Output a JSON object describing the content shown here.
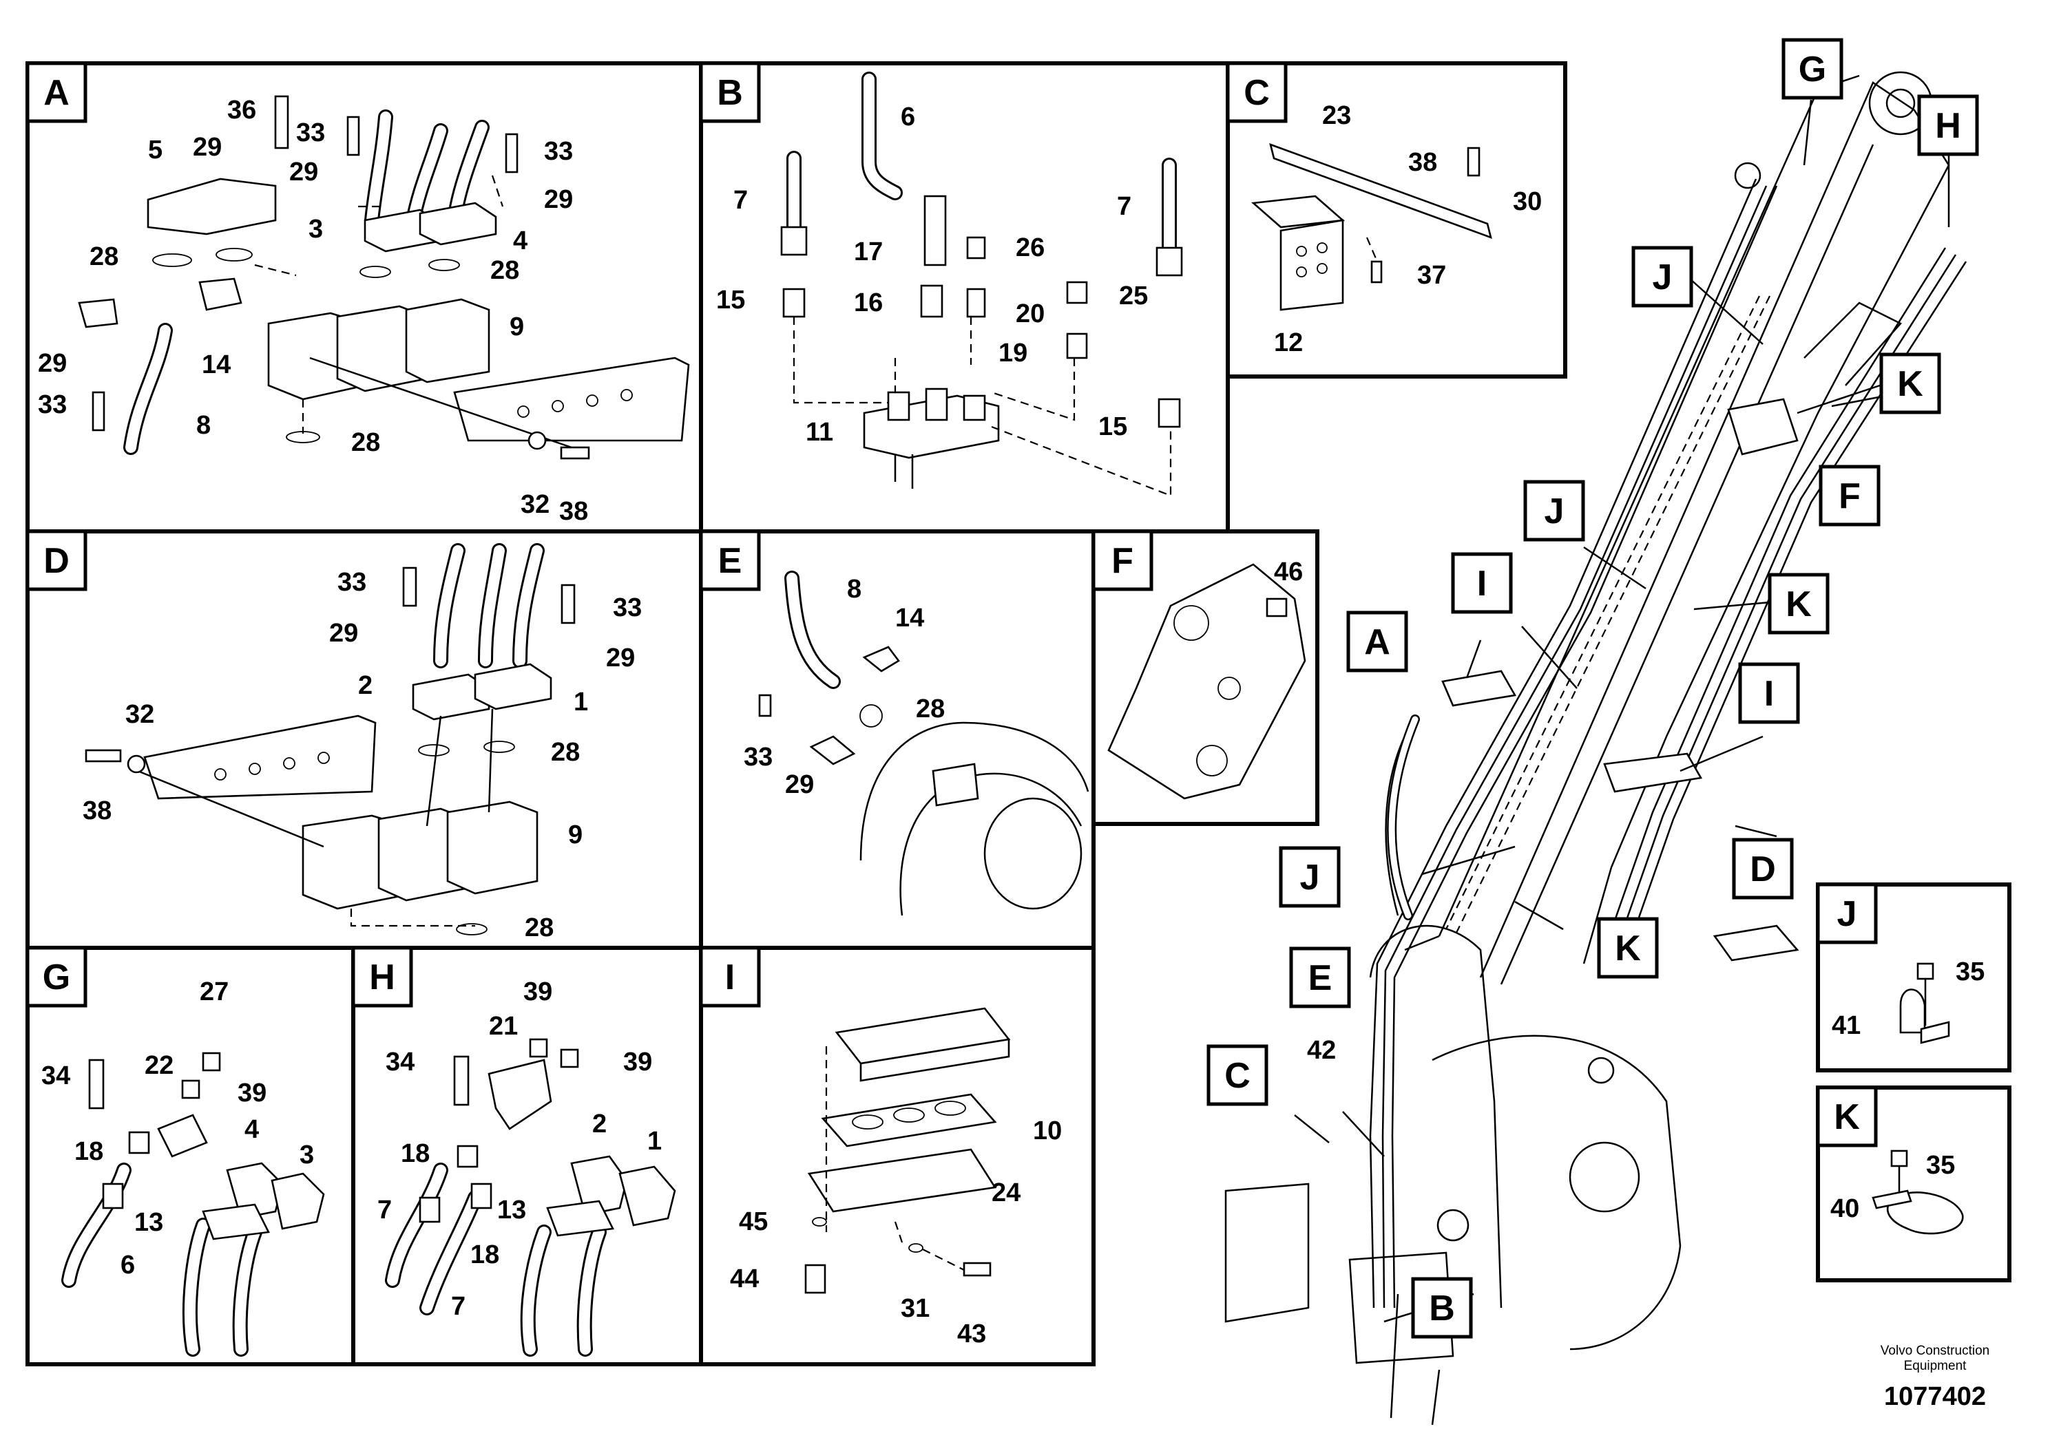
{
  "panels": [
    {
      "id": "A",
      "labels": [
        "36",
        "29",
        "33",
        "33",
        "5",
        "29",
        "29",
        "3",
        "4",
        "28",
        "28",
        "28",
        "29",
        "14",
        "9",
        "33",
        "8",
        "28",
        "32",
        "38"
      ]
    },
    {
      "id": "B",
      "labels": [
        "6",
        "7",
        "7",
        "17",
        "26",
        "15",
        "16",
        "20",
        "25",
        "19",
        "11",
        "15"
      ]
    },
    {
      "id": "C",
      "labels": [
        "23",
        "38",
        "30",
        "37",
        "12"
      ]
    },
    {
      "id": "D",
      "labels": [
        "33",
        "33",
        "29",
        "29",
        "2",
        "1",
        "32",
        "28",
        "38",
        "9",
        "28"
      ]
    },
    {
      "id": "E",
      "labels": [
        "8",
        "14",
        "28",
        "33",
        "29"
      ]
    },
    {
      "id": "F",
      "labels": [
        "46"
      ]
    },
    {
      "id": "G",
      "labels": [
        "27",
        "34",
        "22",
        "39",
        "4",
        "3",
        "18",
        "13",
        "6"
      ]
    },
    {
      "id": "H",
      "labels": [
        "39",
        "21",
        "34",
        "39",
        "2",
        "1",
        "18",
        "7",
        "13",
        "18",
        "7"
      ]
    },
    {
      "id": "I",
      "labels": [
        "10",
        "24",
        "45",
        "44",
        "31",
        "43"
      ]
    },
    {
      "id": "J",
      "labels": [
        "35",
        "41"
      ]
    },
    {
      "id": "K",
      "labels": [
        "35",
        "40"
      ]
    }
  ],
  "overview_callouts": [
    "G",
    "H",
    "J",
    "K",
    "F",
    "J",
    "K",
    "I",
    "A",
    "I",
    "D",
    "J",
    "K",
    "E",
    "C",
    "42",
    "B"
  ],
  "footer": {
    "company_line1": "Volvo Construction",
    "company_line2": "Equipment",
    "drawing_number": "1077402"
  }
}
